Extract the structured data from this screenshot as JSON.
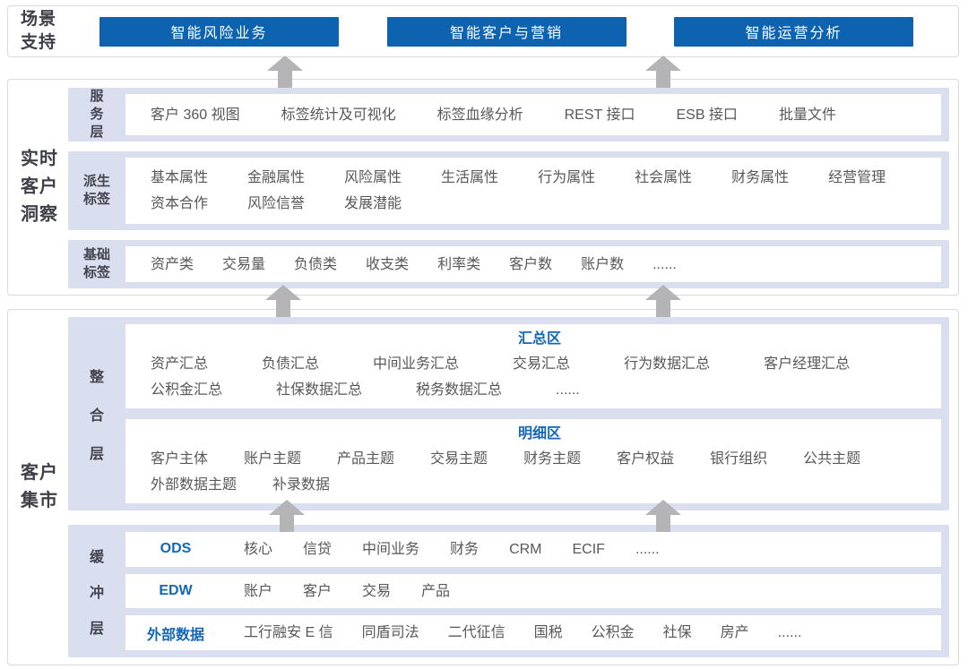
{
  "colors": {
    "accent_blue": "#0d63af",
    "text_blue": "#1467b8",
    "panel_lavender": "#dadff0",
    "item_gray": "#58585a",
    "arrow_gray": "#b4b4b6"
  },
  "icons": {
    "flow_arrow": "up-arrow"
  },
  "scenario_support": {
    "label": [
      "场景",
      "支持"
    ],
    "buttons": [
      "智能风险业务",
      "智能客户与营销",
      "智能运营分析"
    ]
  },
  "realtime_insight": {
    "label": [
      "实时",
      "客户",
      "洞察"
    ],
    "service_layer": {
      "label": [
        "服",
        "务",
        "层"
      ],
      "items": [
        "客户 360 视图",
        "标签统计及可视化",
        "标签血缘分析",
        "REST 接口",
        "ESB 接口",
        "批量文件"
      ]
    },
    "derived_tags": {
      "label": [
        "派生",
        "标签"
      ],
      "line1": [
        "基本属性",
        "金融属性",
        "风险属性",
        "生活属性",
        "行为属性",
        "社会属性",
        "财务属性",
        "经营管理"
      ],
      "line2": [
        "资本合作",
        "风险信誉",
        "发展潜能"
      ]
    },
    "basic_tags": {
      "label": [
        "基础",
        "标签"
      ],
      "items": [
        "资产类",
        "交易量",
        "负债类",
        "收支类",
        "利率类",
        "客户数",
        "账户数",
        "......"
      ]
    }
  },
  "customer_mart": {
    "label": [
      "客户",
      "集市"
    ],
    "integration_layer": {
      "label": [
        "整",
        "合",
        "层"
      ],
      "summary_zone": {
        "title": "汇总区",
        "line1": [
          "资产汇总",
          "负债汇总",
          "中间业务汇总",
          "交易汇总",
          "行为数据汇总",
          "客户经理汇总"
        ],
        "line2": [
          "公积金汇总",
          "社保数据汇总",
          "税务数据汇总",
          "......"
        ]
      },
      "detail_zone": {
        "title": "明细区",
        "line1": [
          "客户主体",
          "账户主题",
          "产品主题",
          "交易主题",
          "财务主题",
          "客户权益",
          "银行组织",
          "公共主题"
        ],
        "line2": [
          "外部数据主题",
          "补录数据"
        ]
      }
    },
    "buffer_layer": {
      "label": [
        "缓",
        "冲",
        "层"
      ],
      "rows": [
        {
          "title": "ODS",
          "items": [
            "核心",
            "信贷",
            "中间业务",
            "财务",
            "CRM",
            "ECIF",
            "......"
          ]
        },
        {
          "title": "EDW",
          "items": [
            "账户",
            "客户",
            "交易",
            "产品"
          ]
        },
        {
          "title": "外部数据",
          "items": [
            "工行融安 E 信",
            "同盾司法",
            "二代征信",
            "国税",
            "公积金",
            "社保",
            "房产",
            "......"
          ]
        }
      ]
    }
  }
}
